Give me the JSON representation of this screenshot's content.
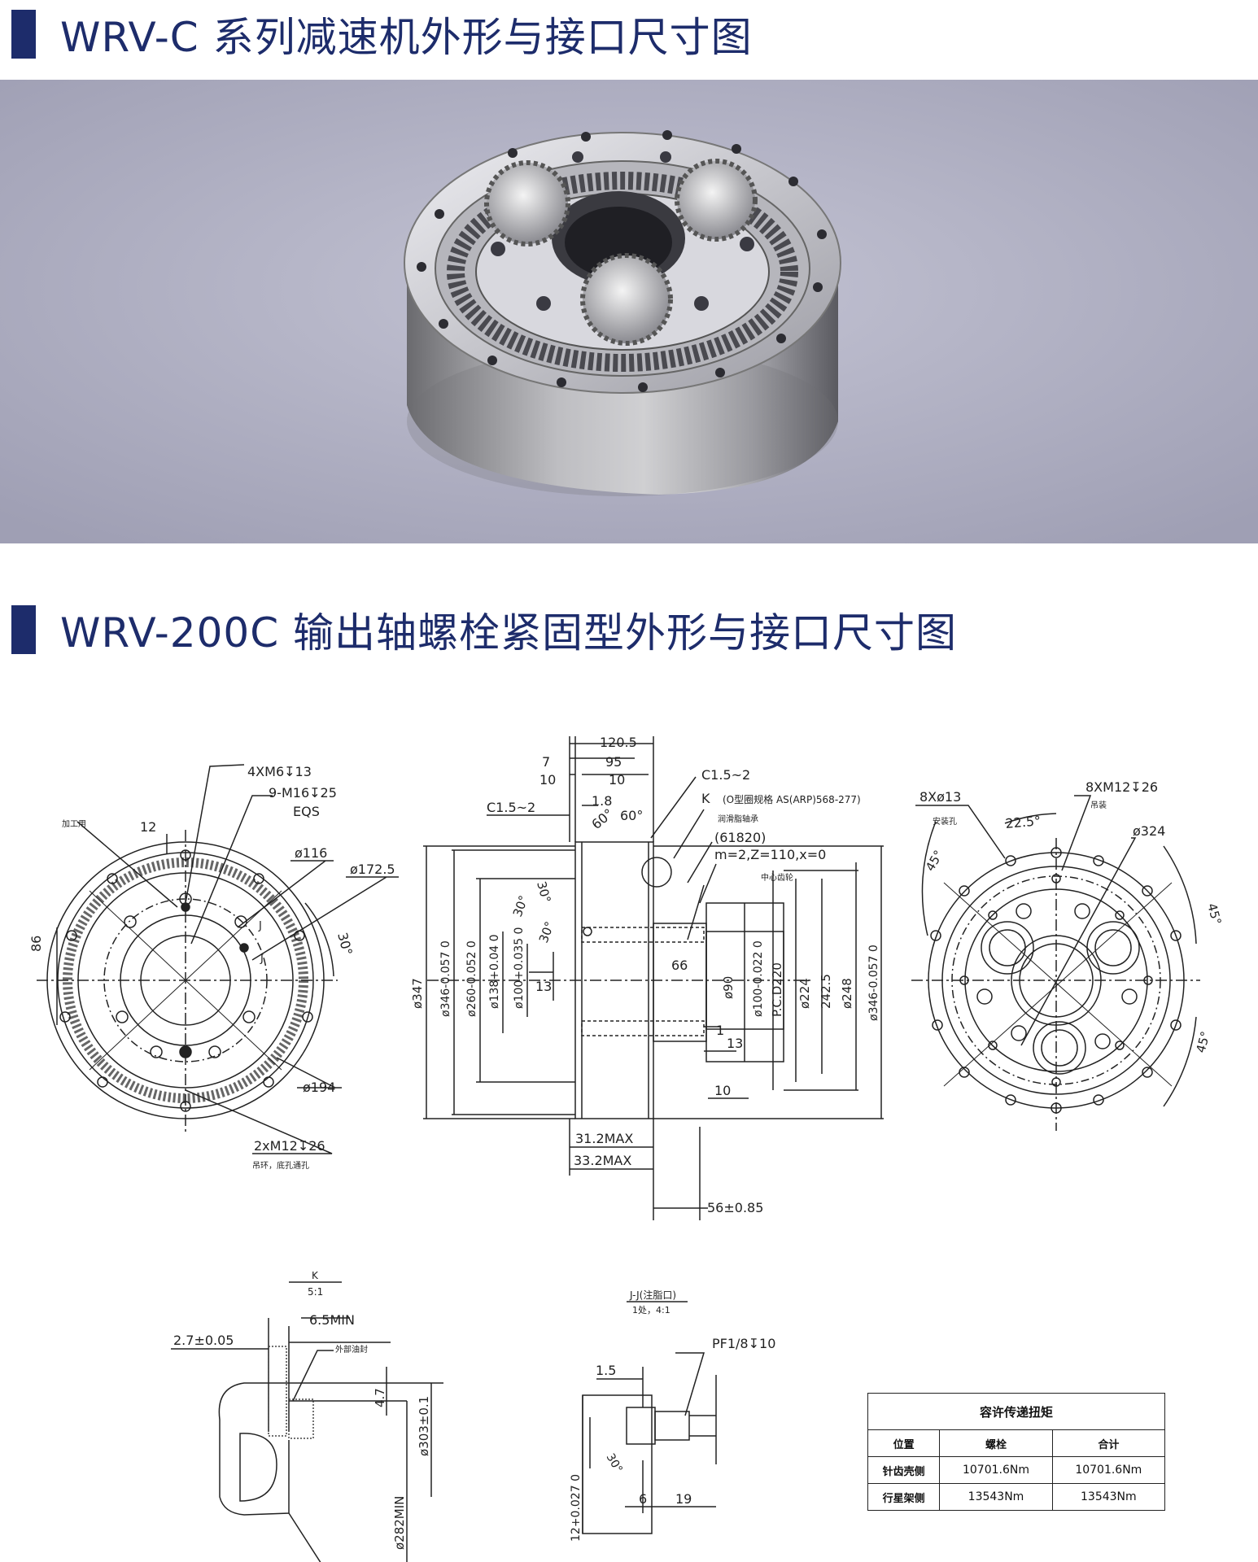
{
  "sections": {
    "title1": "WRV-C 系列减速机外形与接口尺寸图",
    "title2": "WRV-200C 输出轴螺栓紧固型外形与接口尺寸图"
  },
  "colors": {
    "title": "#1d2c6b",
    "photo_bg": "#b7b7c8",
    "line": "#222222"
  },
  "left_view": {
    "labels": {
      "l1": "4XM6↧13",
      "l2": "9-M16↧25",
      "l3": "EQS",
      "l4": "加工用",
      "l5": "12",
      "l6": "ø116",
      "l7": "ø172.5",
      "l8": "86",
      "l9": "30°",
      "l10": "J",
      "l11": "J",
      "l12": "ø194",
      "l13": "2xM12↧26",
      "l14": "吊环，底孔通孔"
    }
  },
  "middle_view": {
    "labels": {
      "l1": "120.5",
      "l2": "95",
      "l3": "7",
      "l4": "10",
      "l5": "10",
      "l6": "C1.5~2",
      "l7": "1.8",
      "l8": "60°",
      "l9": "60°",
      "l10": "C1.5~2",
      "l11": "K",
      "l12": "(O型圈规格 AS(ARP)568-277)",
      "l13": "润滑脂轴承",
      "l14": "(61820)",
      "l15": "m=2,Z=110,x=0",
      "l16": "中心齿轮",
      "l17": "30°",
      "l18": "30°",
      "l19": "30°",
      "l20": "ø347",
      "l21": "ø346-0.057 0",
      "l22": "ø260-0.052 0",
      "l23": "ø138+0.04 0",
      "l24": "ø100+0.035 0",
      "l25": "13",
      "l26": "66",
      "l27": "ø90",
      "l28": "ø100-0.022 0",
      "l29": "P.C.D220",
      "l30": "ø224",
      "l31": "242.5",
      "l32": "ø248",
      "l33": "ø346-0.057 0",
      "l34": "1",
      "l35": "13",
      "l36": "10",
      "l37": "31.2MAX",
      "l38": "33.2MAX",
      "l39": "56±0.85"
    }
  },
  "right_view": {
    "labels": {
      "l1": "8Xø13",
      "l2": "安装孔",
      "l3": "22.5°",
      "l4": "8XM12↧26",
      "l5": "吊装",
      "l6": "ø324",
      "l7": "45°",
      "l8": "45°",
      "l9": "45°"
    }
  },
  "detail_k": {
    "labels": {
      "l1": "K",
      "l2": "5:1",
      "l3": "2.7±0.05",
      "l4": "6.5MIN",
      "l5": "外部油封",
      "l6": "4.7",
      "l7": "ø303±0.1",
      "l8": "ø282MIN"
    }
  },
  "detail_j": {
    "labels": {
      "l1": "J-J(注脂口)",
      "l2": "1处，4:1",
      "l3": "PF1/8↧10",
      "l4": "1.5",
      "l5": "30°",
      "l6": "12+0.027 0",
      "l7": "6",
      "l8": "19"
    }
  },
  "torque_table": {
    "caption": "容许传递扭矩",
    "headers": [
      "位置",
      "螺栓",
      "合计"
    ],
    "rows": [
      [
        "针齿壳侧",
        "10701.6Nm",
        "10701.6Nm"
      ],
      [
        "行星架侧",
        "13543Nm",
        "13543Nm"
      ]
    ]
  }
}
